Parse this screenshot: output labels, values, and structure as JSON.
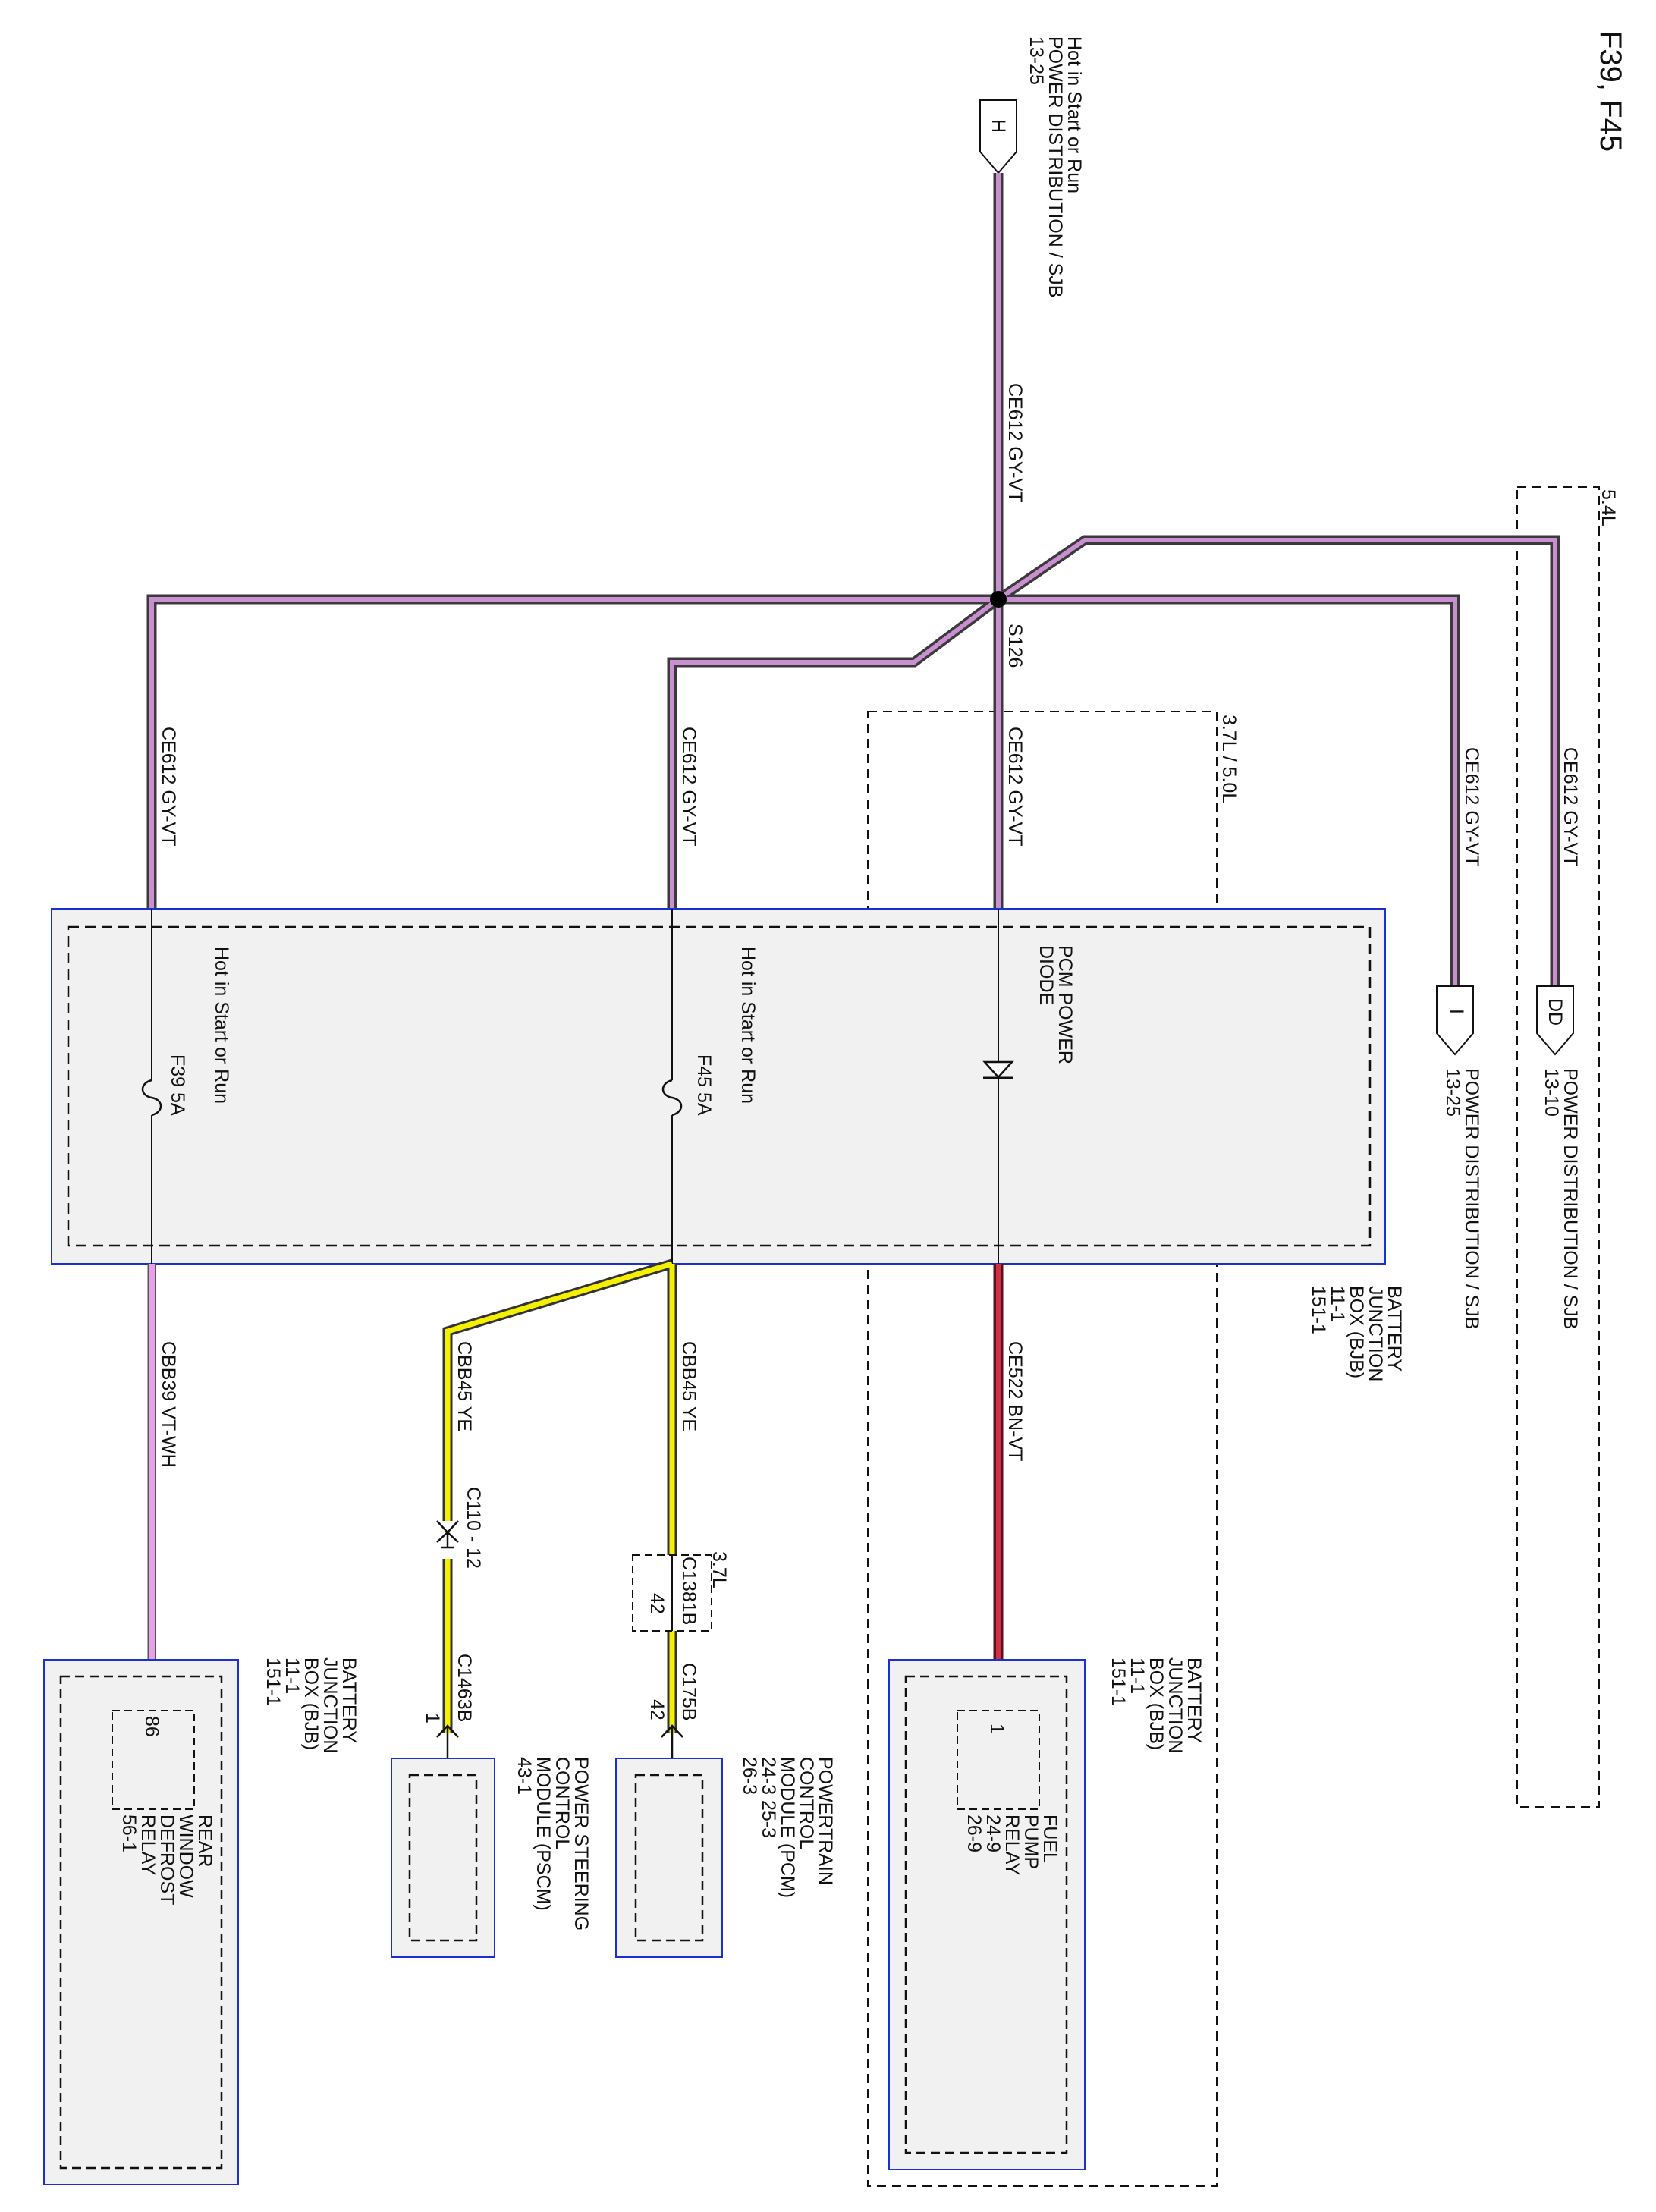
{
  "title": "F39, F45",
  "top_connector": {
    "id": "H",
    "label_lines": [
      "Hot in Start or Run",
      "POWER DISTRIBUTION / SJB",
      "13-25"
    ]
  },
  "right_connectors": [
    {
      "id": "DD",
      "label": "POWER DISTRIBUTION / SJB",
      "ref": "13-10"
    },
    {
      "id": "I",
      "label": "POWER DISTRIBUTION / SJB",
      "ref": "13-25"
    }
  ],
  "option_labels": {
    "l54": "5.4L",
    "l3750": "3.7L / 5.0L",
    "l37": "3.7L"
  },
  "splice": "S126",
  "wire_labels": {
    "main_top": "CE612  GY-VT",
    "branch_dd": "CE612  GY-VT",
    "branch_i": "CE612  GY-VT",
    "branch_diode": "CE612  GY-VT",
    "branch_f45": "CE612  GY-VT",
    "branch_f39": "CE612  GY-VT",
    "ce522": "CE522  BN-VT",
    "cbb45_pcm": "CBB45  YE",
    "cbb45_pscm": "CBB45  YE",
    "cbb39": "CBB39  VT-WH"
  },
  "bjb": {
    "lines": [
      "BATTERY",
      "JUNCTION",
      "BOX (BJB)",
      "11-1",
      "151-1"
    ],
    "diode_label": [
      "PCM POWER",
      "DIODE"
    ],
    "f45": {
      "hot": "Hot in Start or Run",
      "fuse": "F45  5A"
    },
    "f39": {
      "hot": "Hot in Start or Run",
      "fuse": "F39  5A"
    }
  },
  "connectors": {
    "c110": "C110 - 12",
    "c1381b": "C1381B",
    "c1381b_pin": "42",
    "c175b": "C175B",
    "c175b_pin": "42",
    "c1463b": "C1463B",
    "c1463b_pin": "1"
  },
  "components": {
    "fuel_pump_relay": {
      "bjb_lines": [
        "BATTERY",
        "JUNCTION",
        "BOX (BJB)",
        "11-1",
        "151-1"
      ],
      "pin": "1",
      "name_lines": [
        "FUEL",
        "PUMP",
        "RELAY",
        "24-9",
        "26-9"
      ]
    },
    "pcm": {
      "lines": [
        "POWERTRAIN",
        "CONTROL",
        "MODULE (PCM)",
        "24-3     25-3",
        "26-3"
      ]
    },
    "pscm": {
      "lines": [
        "POWER STEERING",
        "CONTROL",
        "MODULE (PSCM)",
        "43-1"
      ]
    },
    "rear_defrost_relay": {
      "bjb_lines": [
        "BATTERY",
        "JUNCTION",
        "BOX (BJB)",
        "11-1",
        "151-1"
      ],
      "pin": "86",
      "name_lines": [
        "REAR",
        "WINDOW",
        "DEFROST",
        "RELAY",
        "56-1"
      ]
    }
  },
  "colors": {
    "gy_vt_outer": "#3a3a3a",
    "gy_vt_inner": "#c98fd0",
    "bn_vt_outer": "#5a1020",
    "bn_vt_inner": "#d03040",
    "ye_outer": "#333333",
    "ye_inner": "#f5f000",
    "vt_wh": "#e7a2e7",
    "module_border": "#1c2fd0",
    "module_fill": "#f1f1f1"
  }
}
